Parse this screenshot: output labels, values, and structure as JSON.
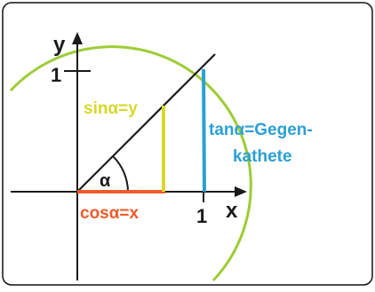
{
  "labels": {
    "y_axis": "y",
    "x_axis": "x",
    "y_one": "1",
    "x_one": "1",
    "alpha": "α",
    "sin": "sinα=y",
    "cos": "cosα=x",
    "tan_line1": "tanα=Gegen-",
    "tan_line2": "kathete"
  },
  "colors": {
    "circle": "#9ccc35",
    "sin": "#d8d82a",
    "cos": "#ef5a2a",
    "tan": "#2ba0d4",
    "axes": "#1a1a1a",
    "frame": "#111111"
  }
}
